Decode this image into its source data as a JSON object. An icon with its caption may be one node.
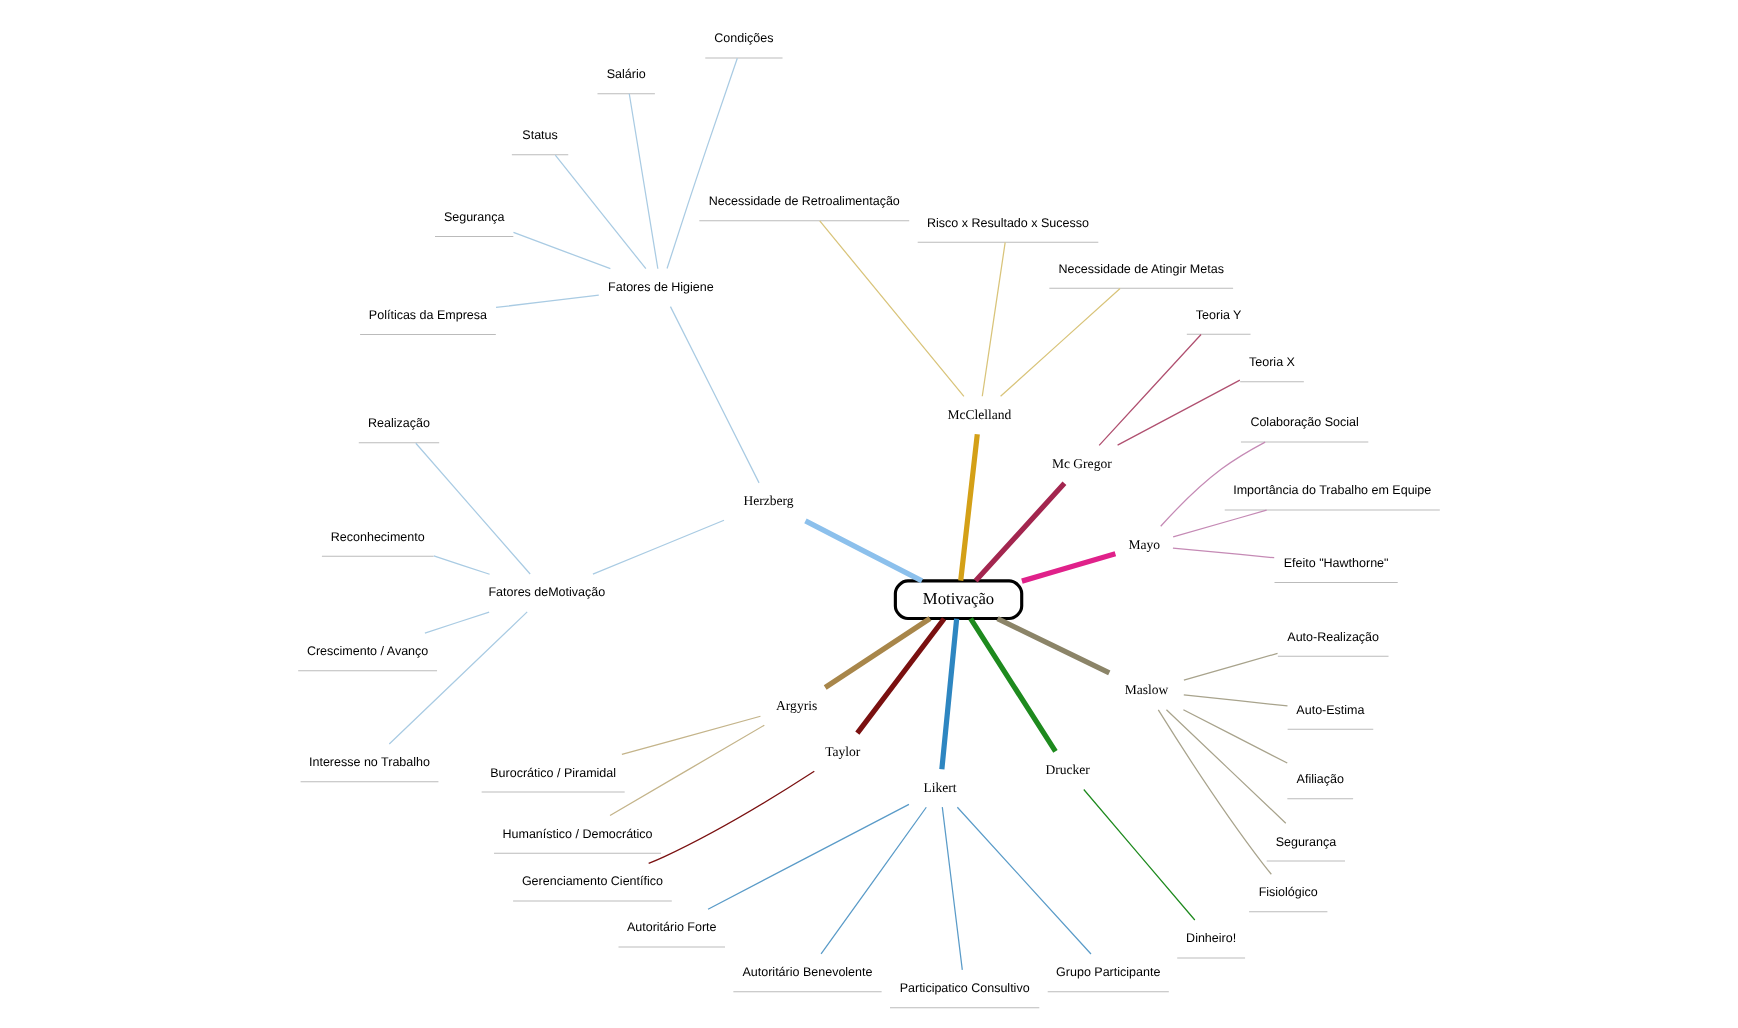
{
  "diagram": {
    "nodes": [
      {
        "text": [
          "Motivação"
        ]
      },
      {
        "text": [
          "Mayo"
        ]
      },
      {
        "text": [
          "Efeito \"Hawthorne\""
        ]
      },
      {
        "text": [
          "Importância do Trabalho em Equipe"
        ]
      },
      {
        "text": [
          "Colaboração Social"
        ]
      },
      {
        "text": [
          "Mc Gregor"
        ]
      },
      {
        "text": [
          "Teoria X"
        ]
      },
      {
        "text": [
          "Teoria Y"
        ]
      },
      {
        "text": [
          "McClelland"
        ]
      },
      {
        "text": [
          "Necessidade de Atingir Metas"
        ]
      },
      {
        "text": [
          "Risco x Resultado x Sucesso"
        ]
      },
      {
        "text": [
          "Necessidade de Retroalimentação"
        ]
      },
      {
        "text": [
          "Herzberg"
        ]
      },
      {
        "text": [
          "Fatores de Higiene"
        ]
      },
      {
        "text": [
          "Condições"
        ]
      },
      {
        "text": [
          "Salário"
        ]
      },
      {
        "text": [
          "Status"
        ]
      },
      {
        "text": [
          "Segurança"
        ]
      },
      {
        "text": [
          "Políticas da Empresa"
        ]
      },
      {
        "text": [
          "Fatores deMotivação"
        ]
      },
      {
        "text": [
          "Realização"
        ]
      },
      {
        "text": [
          "Reconhecimento"
        ]
      },
      {
        "text": [
          "Crescimento / Avanço"
        ]
      },
      {
        "text": [
          "Interesse no Trabalho"
        ]
      },
      {
        "text": [
          "Argyris"
        ]
      },
      {
        "text": [
          "Burocrático / Piramidal"
        ]
      },
      {
        "text": [
          "Humanístico / Democrático"
        ]
      },
      {
        "text": [
          "Taylor"
        ]
      },
      {
        "text": [
          "Gerenciamento Científico"
        ]
      },
      {
        "text": [
          "Likert"
        ]
      },
      {
        "text": [
          "Autoritário Forte"
        ]
      },
      {
        "text": [
          "Autoritário Benevolente"
        ]
      },
      {
        "text": [
          "Participatico Consultivo"
        ]
      },
      {
        "text": [
          "Grupo Participante"
        ]
      },
      {
        "text": [
          "Drucker"
        ]
      },
      {
        "text": [
          "Dinheiro!"
        ]
      },
      {
        "text": [
          "Maslow"
        ]
      },
      {
        "text": [
          "Fisiológico"
        ]
      },
      {
        "text": [
          "Segurança"
        ]
      },
      {
        "text": [
          "Afiliação"
        ]
      },
      {
        "text": [
          "Auto-Estima"
        ]
      },
      {
        "text": [
          "Auto-Realização"
        ]
      }
    ],
    "edges": [
      {
        "from": 0,
        "to": 1,
        "arrow": "none",
        "style": "thick",
        "color": "#e0218a"
      },
      {
        "from": 1,
        "to": 2,
        "arrow": "none",
        "color": "#c58ab5"
      },
      {
        "from": 1,
        "to": 3,
        "arrow": "none",
        "color": "#c58ab5"
      },
      {
        "from": 1,
        "to": 4,
        "arrow": "none",
        "color": "#c58ab5"
      },
      {
        "from": 0,
        "to": 5,
        "arrow": "none",
        "style": "thick",
        "color": "#a3264f"
      },
      {
        "from": 5,
        "to": 6,
        "arrow": "none",
        "color": "#b05070"
      },
      {
        "from": 5,
        "to": 7,
        "arrow": "none",
        "color": "#b05070"
      },
      {
        "from": 0,
        "to": 8,
        "arrow": "none",
        "style": "thick",
        "color": "#d4a017"
      },
      {
        "from": 8,
        "to": 9,
        "arrow": "none",
        "color": "#d9c47a"
      },
      {
        "from": 8,
        "to": 10,
        "arrow": "none",
        "color": "#d9c47a"
      },
      {
        "from": 8,
        "to": 11,
        "arrow": "none",
        "color": "#d9c47a"
      },
      {
        "from": 0,
        "to": 12,
        "arrow": "none",
        "style": "thick",
        "color": "#8cc0ec"
      },
      {
        "from": 12,
        "to": 13,
        "arrow": "none",
        "color": "#a9cbe3"
      },
      {
        "from": 13,
        "to": 14,
        "arrow": "none",
        "color": "#a9cbe3"
      },
      {
        "from": 13,
        "to": 15,
        "arrow": "none",
        "color": "#a9cbe3"
      },
      {
        "from": 13,
        "to": 16,
        "arrow": "none",
        "color": "#a9cbe3"
      },
      {
        "from": 13,
        "to": 17,
        "arrow": "none",
        "color": "#a9cbe3"
      },
      {
        "from": 13,
        "to": 18,
        "arrow": "none",
        "color": "#a9cbe3"
      },
      {
        "from": 12,
        "to": 19,
        "arrow": "none",
        "color": "#a9cbe3"
      },
      {
        "from": 19,
        "to": 20,
        "arrow": "none",
        "color": "#a9cbe3"
      },
      {
        "from": 19,
        "to": 21,
        "arrow": "none",
        "color": "#a9cbe3"
      },
      {
        "from": 19,
        "to": 22,
        "arrow": "none",
        "color": "#a9cbe3"
      },
      {
        "from": 19,
        "to": 23,
        "arrow": "none",
        "color": "#a9cbe3"
      },
      {
        "from": 0,
        "to": 24,
        "arrow": "none",
        "style": "thick",
        "color": "#a8864a"
      },
      {
        "from": 24,
        "to": 25,
        "arrow": "none",
        "color": "#c4b48a"
      },
      {
        "from": 24,
        "to": 26,
        "arrow": "none",
        "color": "#c4b48a"
      },
      {
        "from": 0,
        "to": 27,
        "arrow": "none",
        "style": "thick",
        "color": "#7a1010"
      },
      {
        "from": 27,
        "to": 28,
        "arrow": "none",
        "color": "#7a1010"
      },
      {
        "from": 0,
        "to": 29,
        "arrow": "none",
        "style": "thick",
        "color": "#2e86c1"
      },
      {
        "from": 29,
        "to": 30,
        "arrow": "none",
        "color": "#5a9bc8"
      },
      {
        "from": 29,
        "to": 31,
        "arrow": "none",
        "color": "#5a9bc8"
      },
      {
        "from": 29,
        "to": 32,
        "arrow": "none",
        "color": "#5a9bc8"
      },
      {
        "from": 29,
        "to": 33,
        "arrow": "none",
        "color": "#5a9bc8"
      },
      {
        "from": 0,
        "to": 34,
        "arrow": "none",
        "style": "thick",
        "color": "#1e8a1e"
      },
      {
        "from": 34,
        "to": 35,
        "arrow": "none",
        "color": "#1e8a1e"
      },
      {
        "from": 0,
        "to": 36,
        "arrow": "none",
        "style": "thick",
        "color": "#8b8468"
      },
      {
        "from": 36,
        "to": 37,
        "arrow": "none",
        "color": "#a8a38c"
      },
      {
        "from": 36,
        "to": 38,
        "arrow": "none",
        "color": "#a8a38c"
      },
      {
        "from": 36,
        "to": 39,
        "arrow": "none",
        "color": "#a8a38c"
      },
      {
        "from": 36,
        "to": 40,
        "arrow": "none",
        "color": "#a8a38c"
      },
      {
        "from": 36,
        "to": 41,
        "arrow": "none",
        "color": "#a8a38c"
      }
    ]
  }
}
